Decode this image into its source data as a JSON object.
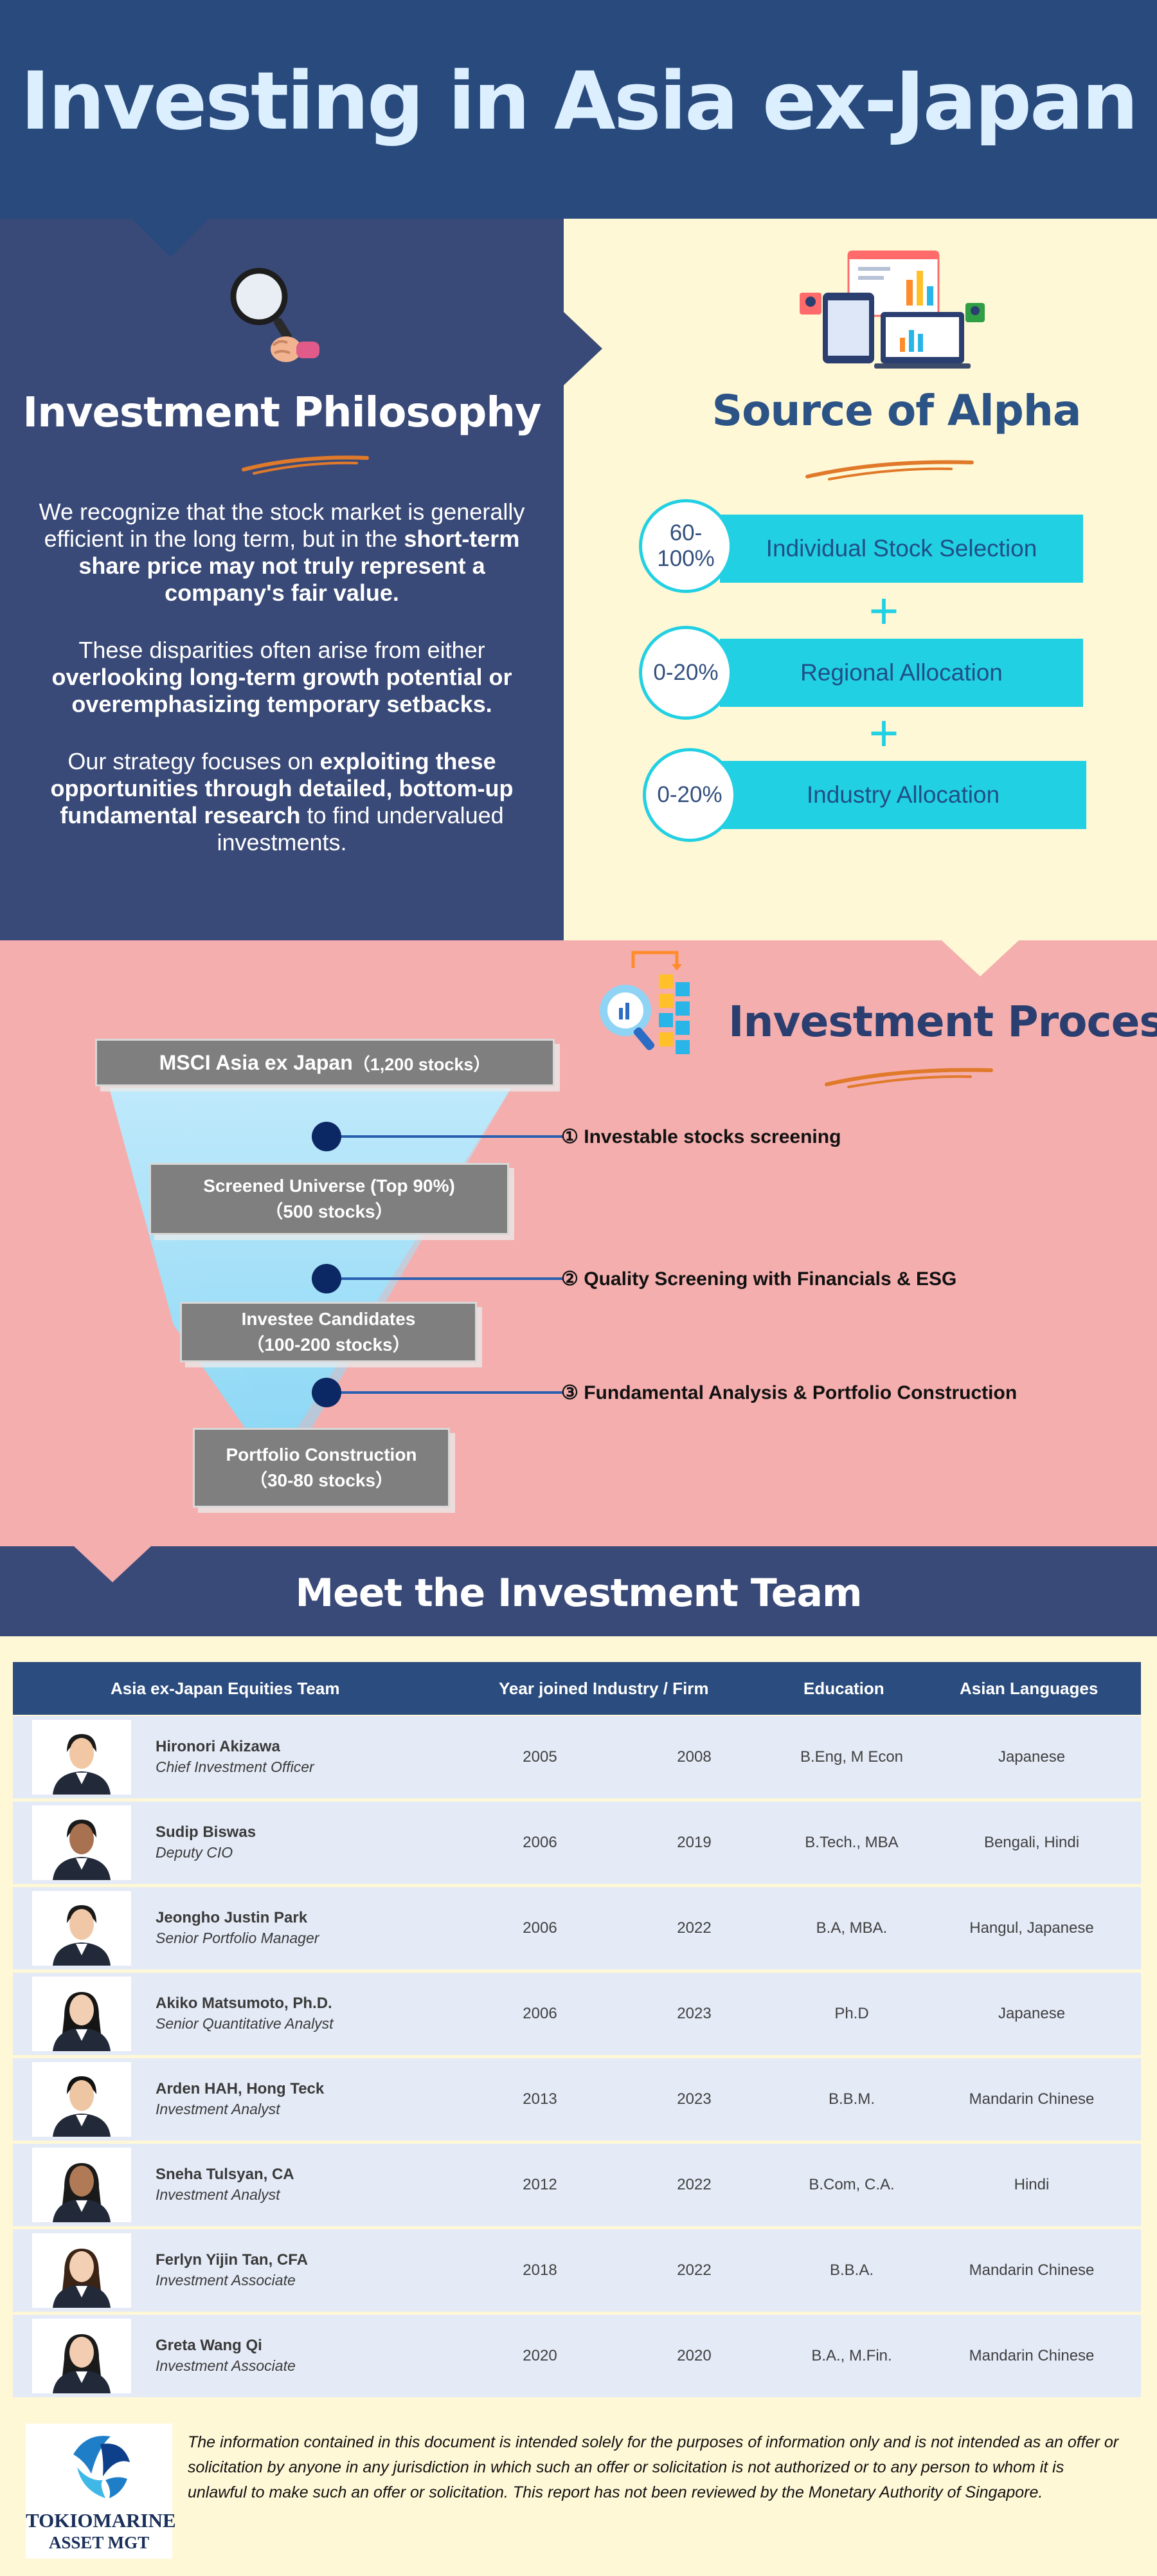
{
  "header": {
    "title": "Investing in Asia ex-Japan"
  },
  "philosophy": {
    "heading": "Investment Philosophy",
    "icon": "magnifying-glass-icon",
    "p1_a": "We recognize that the stock market is generally efficient in the long term, but in the ",
    "p1_b": "short-term share price may not truly represent a company's fair value.",
    "p2_a": "These disparities often arise from either ",
    "p2_b": "overlooking long-term growth potential or overemphasizing temporary setbacks.",
    "p3_a": "Our strategy focuses on ",
    "p3_b": "exploiting these opportunities through detailed, bottom-up fundamental research",
    "p3_c": " to find undervalued investments."
  },
  "alpha": {
    "heading": "Source of Alpha",
    "icon": "dashboard-devices-icon",
    "items": [
      {
        "range": "60-100%",
        "label": "Individual Stock Selection"
      },
      {
        "range": "0-20%",
        "label": "Regional Allocation"
      },
      {
        "range": "0-20%",
        "label": "Industry Allocation"
      }
    ],
    "plus": "+"
  },
  "process": {
    "heading": "Investment Process",
    "icon": "process-chart-icon",
    "stages": [
      {
        "line1": "MSCI Asia ex Japan",
        "line2": "（1,200 stocks）"
      },
      {
        "line1": "Screened Universe (Top 90%)",
        "line2": "（500 stocks）"
      },
      {
        "line1": "Investee Candidates",
        "line2": "（100-200 stocks）"
      },
      {
        "line1": "Portfolio Construction",
        "line2": "（30-80 stocks）"
      }
    ],
    "steps": [
      "① Investable stocks screening",
      "② Quality Screening with Financials & ESG",
      "③ Fundamental Analysis & Portfolio Construction"
    ]
  },
  "team": {
    "heading": "Meet the Investment Team",
    "columns": {
      "team": "Asia ex-Japan Equities Team",
      "joined": "Year joined Industry / Firm",
      "education": "Education",
      "languages": "Asian Languages"
    },
    "members": [
      {
        "name": "Hironori Akizawa",
        "title": "Chief Investment Officer",
        "industry": "2005",
        "firm": "2008",
        "education": "B.Eng, M Econ",
        "languages": "Japanese"
      },
      {
        "name": "Sudip Biswas",
        "title": "Deputy CIO",
        "industry": "2006",
        "firm": "2019",
        "education": "B.Tech., MBA",
        "languages": "Bengali, Hindi"
      },
      {
        "name": "Jeongho Justin Park",
        "title": "Senior Portfolio Manager",
        "industry": "2006",
        "firm": "2022",
        "education": "B.A, MBA.",
        "languages": "Hangul,  Japanese"
      },
      {
        "name": "Akiko Matsumoto, Ph.D.",
        "title": "Senior Quantitative Analyst",
        "industry": "2006",
        "firm": "2023",
        "education": "Ph.D",
        "languages": "Japanese"
      },
      {
        "name": "Arden HAH, Hong Teck",
        "title": "Investment Analyst",
        "industry": "2013",
        "firm": "2023",
        "education": "B.B.M.",
        "languages": "Mandarin Chinese"
      },
      {
        "name": "Sneha Tulsyan, CA",
        "title": "Investment Analyst",
        "industry": "2012",
        "firm": "2022",
        "education": "B.Com, C.A.",
        "languages": "Hindi"
      },
      {
        "name": "Ferlyn Yijin Tan, CFA",
        "title": "Investment Associate",
        "industry": "2018",
        "firm": "2022",
        "education": "B.B.A.",
        "languages": "Mandarin Chinese"
      },
      {
        "name": "Greta Wang Qi",
        "title": "Investment Associate",
        "industry": "2020",
        "firm": "2020",
        "education": "B.A., M.Fin.",
        "languages": "Mandarin Chinese"
      }
    ]
  },
  "footer": {
    "logo_name": "TOKIOMARINE",
    "logo_sub": "ASSET MGT",
    "disclaimer": "The information contained in this document is intended solely for the purposes of information only and is not intended as an offer or solicitation by anyone in any jurisdiction in which such an offer or solicitation is not authorized or to any person to whom it is unlawful to make such an offer or solicitation. This report has not been reviewed by the Monetary Authority of Singapore."
  },
  "colors": {
    "header_bg": "#284a7c",
    "philosophy_bg": "#3a4a78",
    "alpha_bg": "#fff8d6",
    "process_bg": "#f4aeae",
    "accent_cyan": "#22d0e3",
    "accent_orange": "#e07a2a"
  }
}
